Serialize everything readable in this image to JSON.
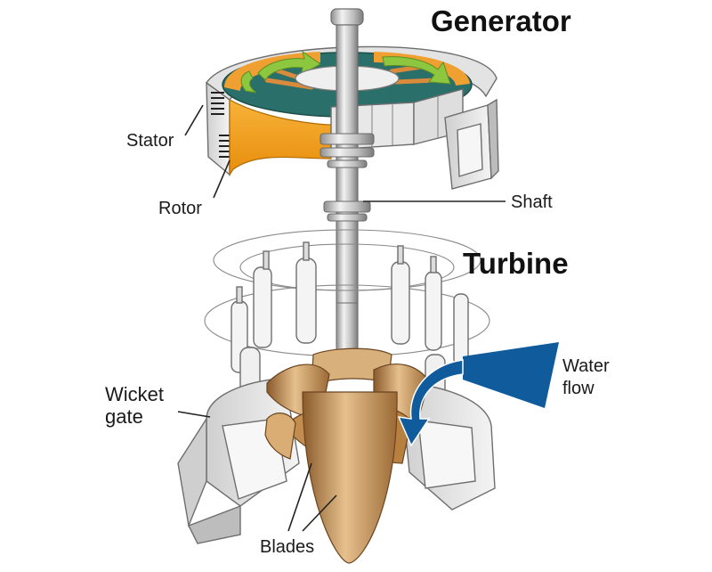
{
  "titles": {
    "generator": "Generator",
    "turbine": "Turbine"
  },
  "labels": {
    "stator": "Stator",
    "rotor": "Rotor",
    "shaft": "Shaft",
    "water_line1": "Water",
    "water_line2": "flow",
    "wicket_line1": "Wicket",
    "wicket_line2": "gate",
    "blades": "Blades"
  },
  "colors": {
    "rotor_orange": "#f5a623",
    "rotor_teal": "#2b6f6a",
    "arrow_green": "#8dc63f",
    "water_blue": "#0f5b9c",
    "blade_bronze": "#c89556",
    "metal_gray": "#d7d7d7"
  },
  "icons": {
    "rotation_arrows": "green-curved-arrow-icon",
    "water_arrow": "blue-water-flow-arrow-icon"
  }
}
